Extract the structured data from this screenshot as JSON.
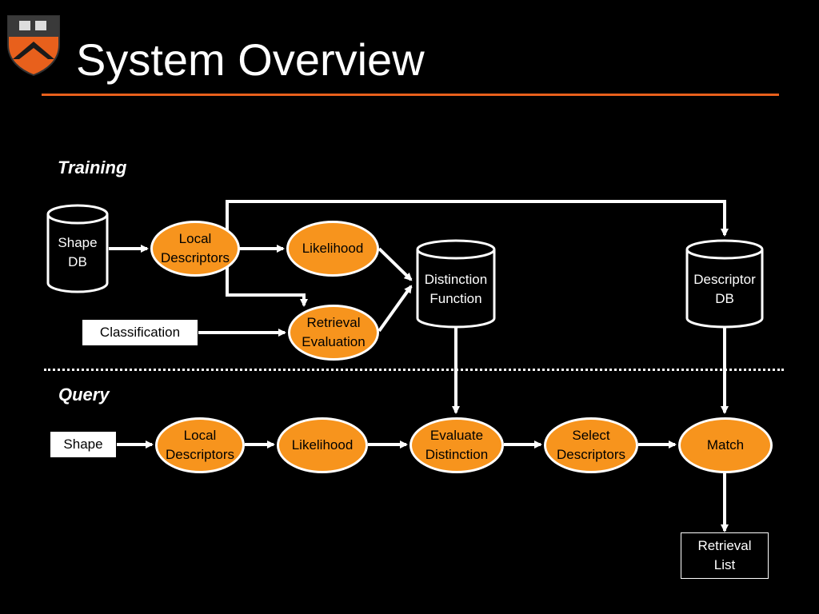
{
  "slide": {
    "title": "System Overview",
    "accent_color": "#e8601c",
    "node_color": "#f7941d"
  },
  "training": {
    "label": "Training",
    "shape_db": "Shape\nDB",
    "local_descriptors": "Local\nDescriptors",
    "likelihood": "Likelihood",
    "retrieval_evaluation": "Retrieval\nEvaluation",
    "classification": "Classification",
    "distinction_function": "Distinction\nFunction",
    "descriptor_db": "Descriptor\nDB"
  },
  "query": {
    "label": "Query",
    "shape": "Shape",
    "local_descriptors": "Local\nDescriptors",
    "likelihood": "Likelihood",
    "evaluate_distinction": "Evaluate\nDistinction",
    "select_descriptors": "Select\nDescriptors",
    "match": "Match",
    "retrieval_list": "Retrieval\nList"
  }
}
